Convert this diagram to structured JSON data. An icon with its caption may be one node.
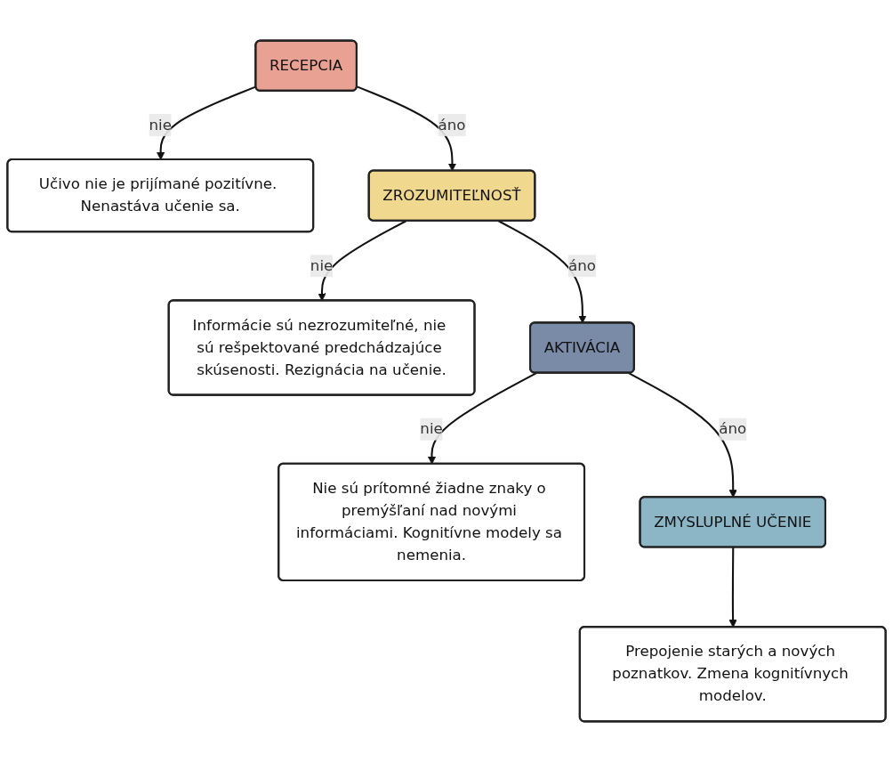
{
  "diagram": {
    "nodes": [
      {
        "text": [
          "RECEPCIA"
        ]
      },
      {
        "text": [
          "Učivo nie je prijímané pozitívne. Nenastáva učenie sa."
        ]
      },
      {
        "text": [
          "ZROZUMITEĽNOSŤ"
        ]
      },
      {
        "text": [
          "Informácie sú nezrozumiteľné, nie sú rešpektované predchádzajúce skúsenosti. Rezignácia na učenie."
        ]
      },
      {
        "text": [
          "AKTIVÁCIA"
        ]
      },
      {
        "text": [
          "Nie sú prítomné žiadne znaky o premýšľaní nad novými informáciami. Kognitívne modely sa nemenia."
        ]
      },
      {
        "text": [
          "ZMYSLUPLNÉ UČENIE"
        ]
      },
      {
        "text": [
          "Prepojenie starých a nových poznatkov. Zmena kognitívnych modelov."
        ]
      }
    ],
    "edges": [
      {
        "from": 0,
        "to": 1,
        "arrow": "to",
        "label": "nie"
      },
      {
        "from": 0,
        "to": 2,
        "arrow": "to",
        "label": "áno"
      },
      {
        "from": 2,
        "to": 3,
        "arrow": "to",
        "label": "nie"
      },
      {
        "from": 2,
        "to": 4,
        "arrow": "to",
        "label": "áno"
      },
      {
        "from": 4,
        "to": 5,
        "arrow": "to",
        "label": "nie"
      },
      {
        "from": 4,
        "to": 6,
        "arrow": "to",
        "label": "áno"
      },
      {
        "from": 6,
        "to": 7,
        "arrow": "to"
      }
    ]
  }
}
